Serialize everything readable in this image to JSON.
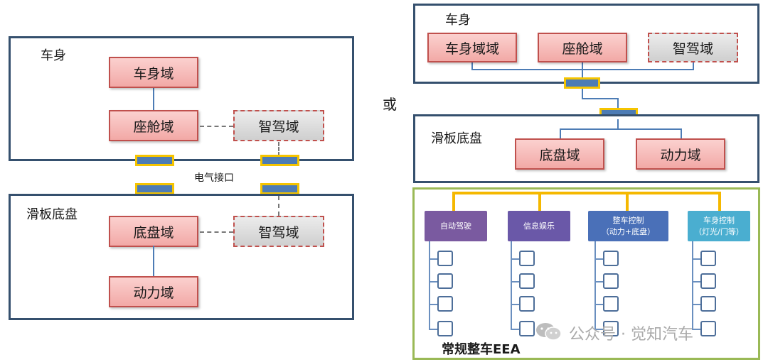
{
  "left": {
    "top_panel_label": "车身",
    "body_domain": "车身域",
    "cockpit_domain": "座舱域",
    "adas_domain_top": "智驾域",
    "interface_label": "电气接口",
    "bottom_panel_label": "滑板底盘",
    "chassis_domain": "底盘域",
    "adas_domain_bottom": "智驾域",
    "power_domain": "动力域"
  },
  "or_label": "或",
  "right_top": {
    "top_panel_label": "车身",
    "body_domain": "车身域域",
    "cockpit_domain": "座舱域",
    "adas_domain": "智驾域",
    "bottom_panel_label": "滑板底盘",
    "chassis_domain": "底盘域",
    "power_domain": "动力域"
  },
  "conventional": {
    "categories": [
      {
        "line1": "自动驾驶",
        "line2": "",
        "color": "#7a5aa0"
      },
      {
        "line1": "信息娱乐",
        "line2": "",
        "color": "#6a58a8"
      },
      {
        "line1": "整车控制",
        "line2": "（动力+底盘）",
        "color": "#4a70b8"
      },
      {
        "line1": "车身控制",
        "line2": "（灯光/门等）",
        "color": "#4aaed0"
      }
    ],
    "title": "常规整车EEA"
  },
  "watermark": "公众号 · 觉知汽车",
  "colors": {
    "panel_border": "#35506e",
    "red_fill": "#f2a9a6",
    "connector": "#f5c400",
    "green_border": "#9ab956"
  }
}
